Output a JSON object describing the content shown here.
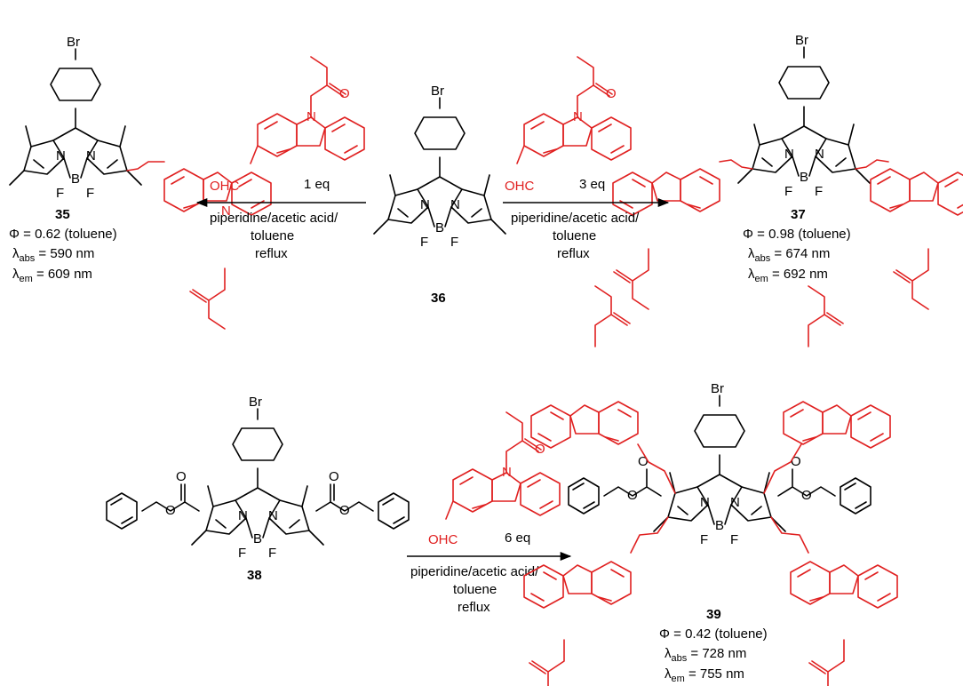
{
  "atoms": {
    "br": "Br",
    "n": "N",
    "b": "B",
    "f": "F",
    "ohc": "OHC",
    "o": "O"
  },
  "compounds": {
    "c35": {
      "number": "35",
      "phi": "Φ = 0.62 (toluene)",
      "abs_prefix": "λ",
      "abs_sub": "abs",
      "abs_value": " = 590 nm",
      "em_prefix": "λ",
      "em_sub": "em",
      "em_value": " = 609 nm"
    },
    "c36": {
      "number": "36"
    },
    "c37": {
      "number": "37",
      "phi": "Φ = 0.98 (toluene)",
      "abs_prefix": "λ",
      "abs_sub": "abs",
      "abs_value": " = 674 nm",
      "em_prefix": "λ",
      "em_sub": "em",
      "em_value": " = 692 nm"
    },
    "c38": {
      "number": "38"
    },
    "c39": {
      "number": "39",
      "phi": "Φ = 0.42 (toluene)",
      "abs_prefix": "λ",
      "abs_sub": "abs",
      "abs_value": " = 728 nm",
      "em_prefix": "λ",
      "em_sub": "em",
      "em_value": " = 755 nm"
    }
  },
  "reactions": {
    "left": {
      "equiv": "1 eq",
      "cond1": "piperidine/acetic acid/",
      "cond2": "toluene",
      "cond3": "reflux"
    },
    "right": {
      "equiv": "3 eq",
      "cond1": "piperidine/acetic acid/",
      "cond2": "toluene",
      "cond3": "reflux"
    },
    "bottom": {
      "equiv": "6 eq",
      "cond1": "piperidine/acetic acid/",
      "cond2": "toluene",
      "cond3": "reflux"
    }
  },
  "colors": {
    "reagent": "#e02020",
    "core": "#000000"
  }
}
